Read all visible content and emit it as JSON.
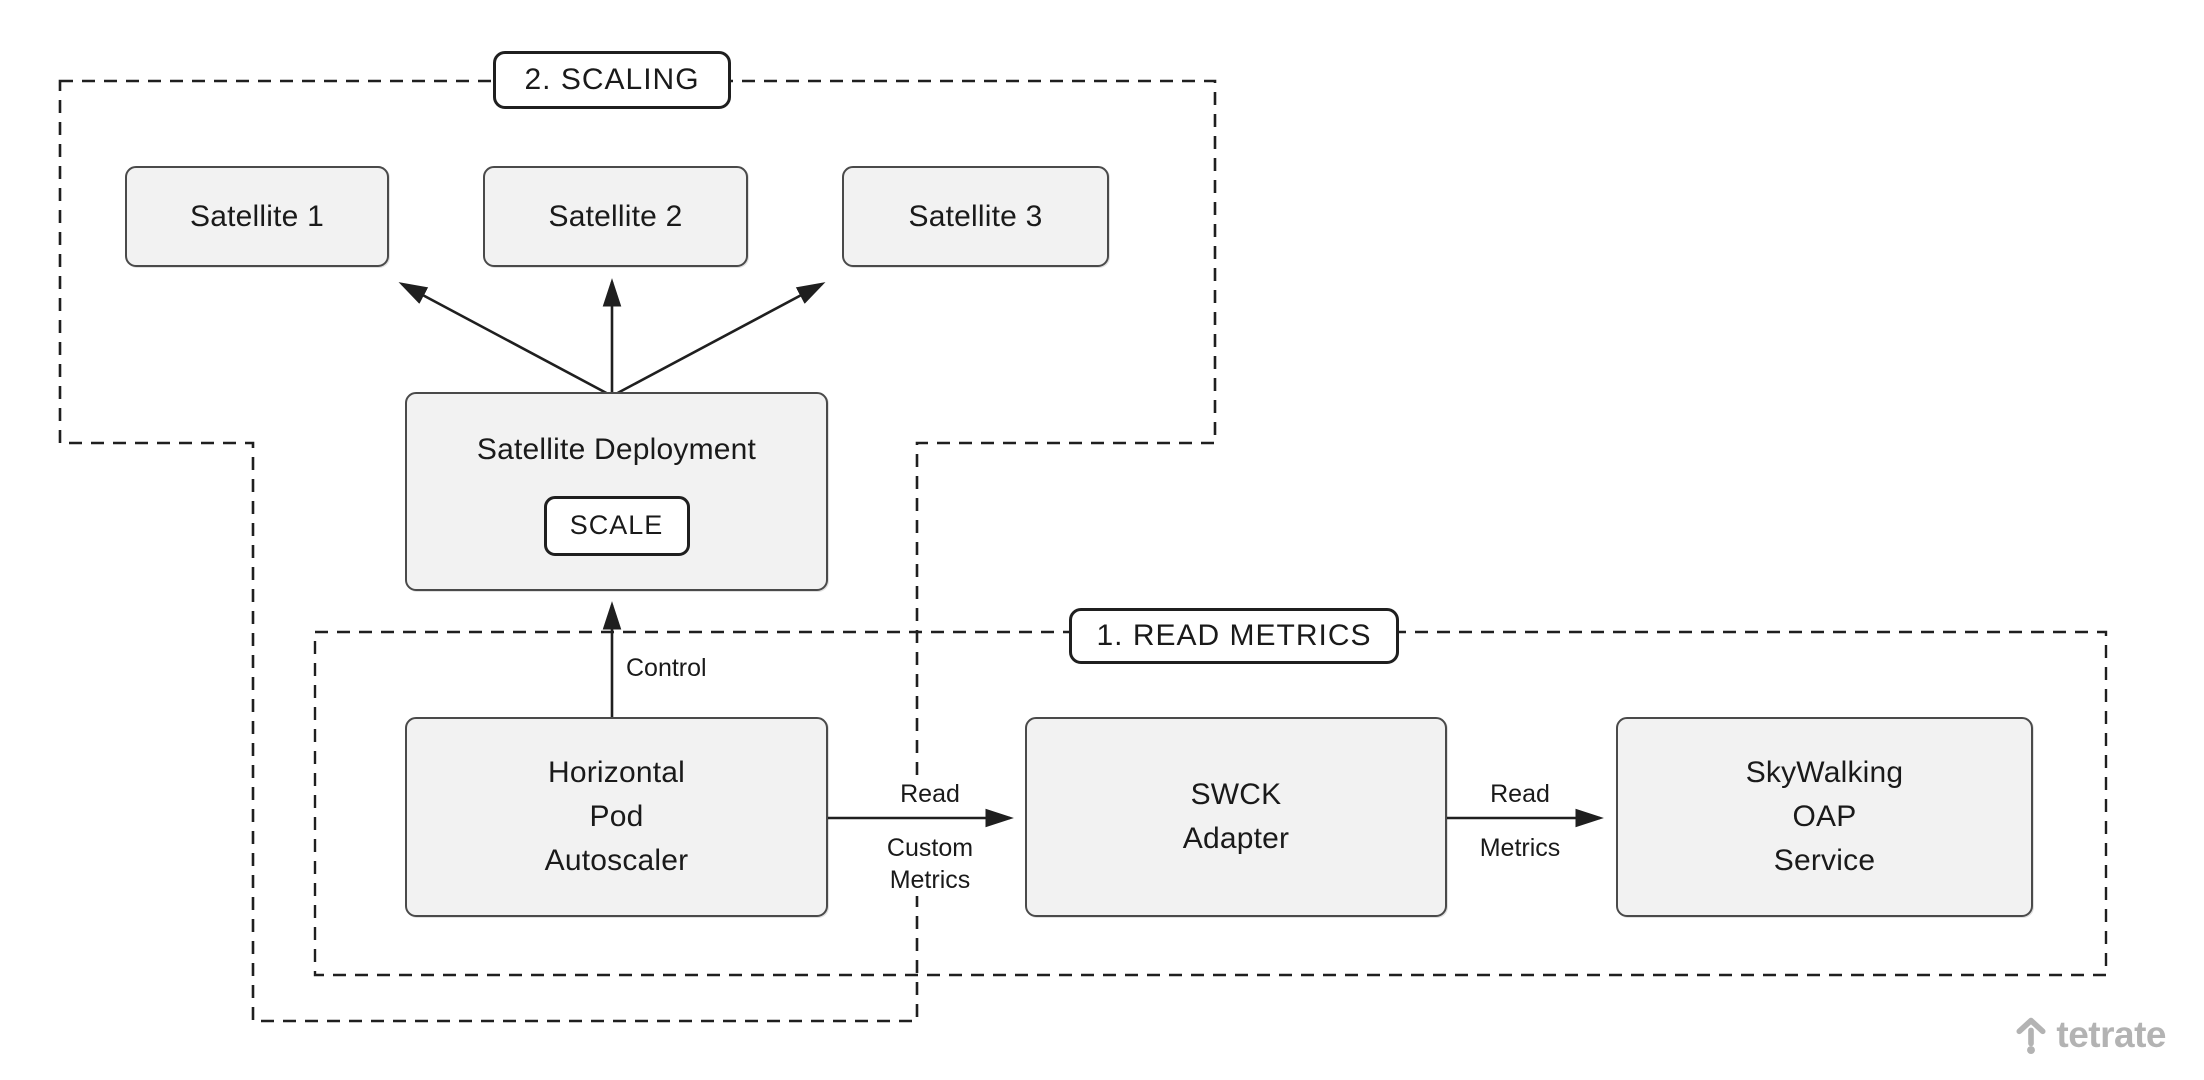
{
  "groups": {
    "scaling": {
      "label": "2. SCALING"
    },
    "read_metrics": {
      "label": "1. READ METRICS"
    }
  },
  "nodes": {
    "satellite1": {
      "label": "Satellite 1"
    },
    "satellite2": {
      "label": "Satellite 2"
    },
    "satellite3": {
      "label": "Satellite 3"
    },
    "satellite_deployment": {
      "label": "Satellite Deployment",
      "button_label": "SCALE"
    },
    "hpa": {
      "label": "Horizontal\nPod\nAutoscaler"
    },
    "swck_adapter": {
      "label": "SWCK\nAdapter"
    },
    "skywalking_oap": {
      "label": "SkyWalking\nOAP\nService"
    }
  },
  "edges": {
    "control": {
      "label": "Control"
    },
    "read_custom_metrics": {
      "label_above": "Read",
      "label_below": "Custom\nMetrics"
    },
    "read_metrics": {
      "label_above": "Read",
      "label_below": "Metrics"
    }
  },
  "branding": {
    "wordmark": "tetrate"
  },
  "colors": {
    "background": "#ffffff",
    "node_fill": "#f2f2f2",
    "node_border": "#4a4a4a",
    "line": "#1f1f1f",
    "text": "#1a1a1a",
    "brand": "#b3b3b3"
  }
}
